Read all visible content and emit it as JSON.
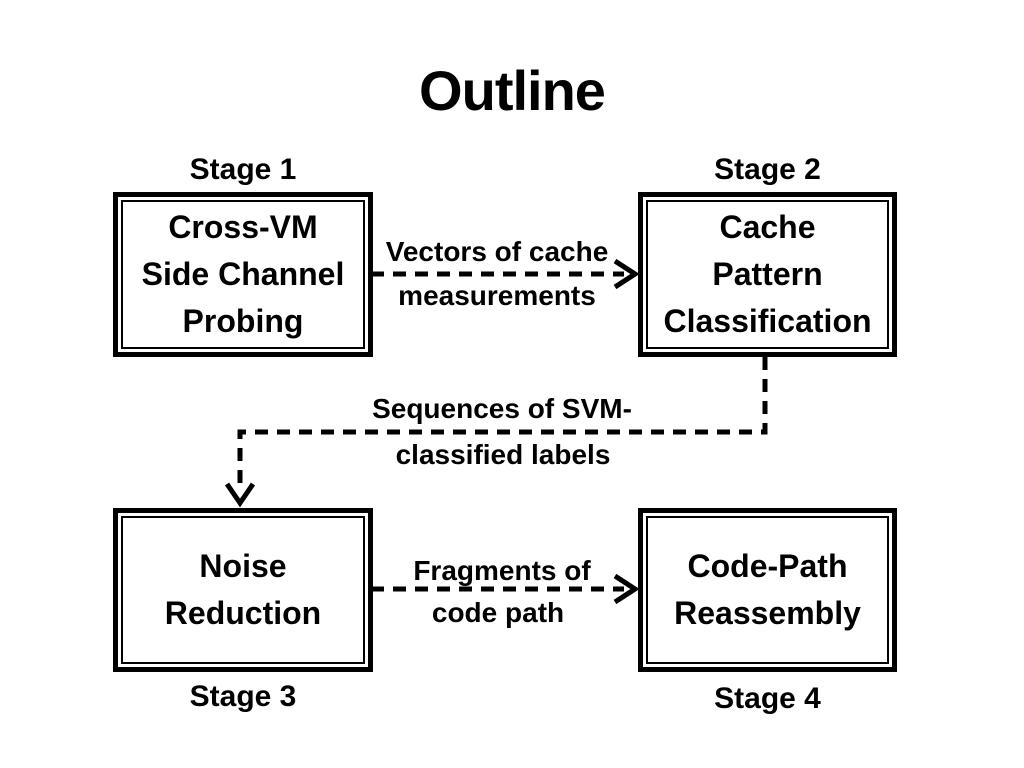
{
  "slide": {
    "title": "Outline",
    "background_color": "#ffffff",
    "ink_color": "#000000"
  },
  "stages": [
    {
      "label": "Stage 1",
      "box_lines": [
        "Cross-VM",
        "Side Channel",
        "Probing"
      ]
    },
    {
      "label": "Stage 2",
      "box_lines": [
        "Cache",
        "Pattern",
        "Classification"
      ]
    },
    {
      "label": "Stage 3",
      "box_lines": [
        "Noise",
        "Reduction"
      ]
    },
    {
      "label": "Stage 4",
      "box_lines": [
        "Code-Path",
        "Reassembly"
      ]
    }
  ],
  "connectors": [
    {
      "from": "Stage 1",
      "to": "Stage 2",
      "style": "dashed-arrow",
      "label_lines": [
        "Vectors of cache",
        "measurements"
      ]
    },
    {
      "from": "Stage 2",
      "to": "Stage 3",
      "style": "dashed-elbow-arrow",
      "label_lines": [
        "Sequences of SVM-",
        "classified labels"
      ]
    },
    {
      "from": "Stage 3",
      "to": "Stage 4",
      "style": "dashed-arrow",
      "label_lines": [
        "Fragments of",
        "code path"
      ]
    }
  ]
}
